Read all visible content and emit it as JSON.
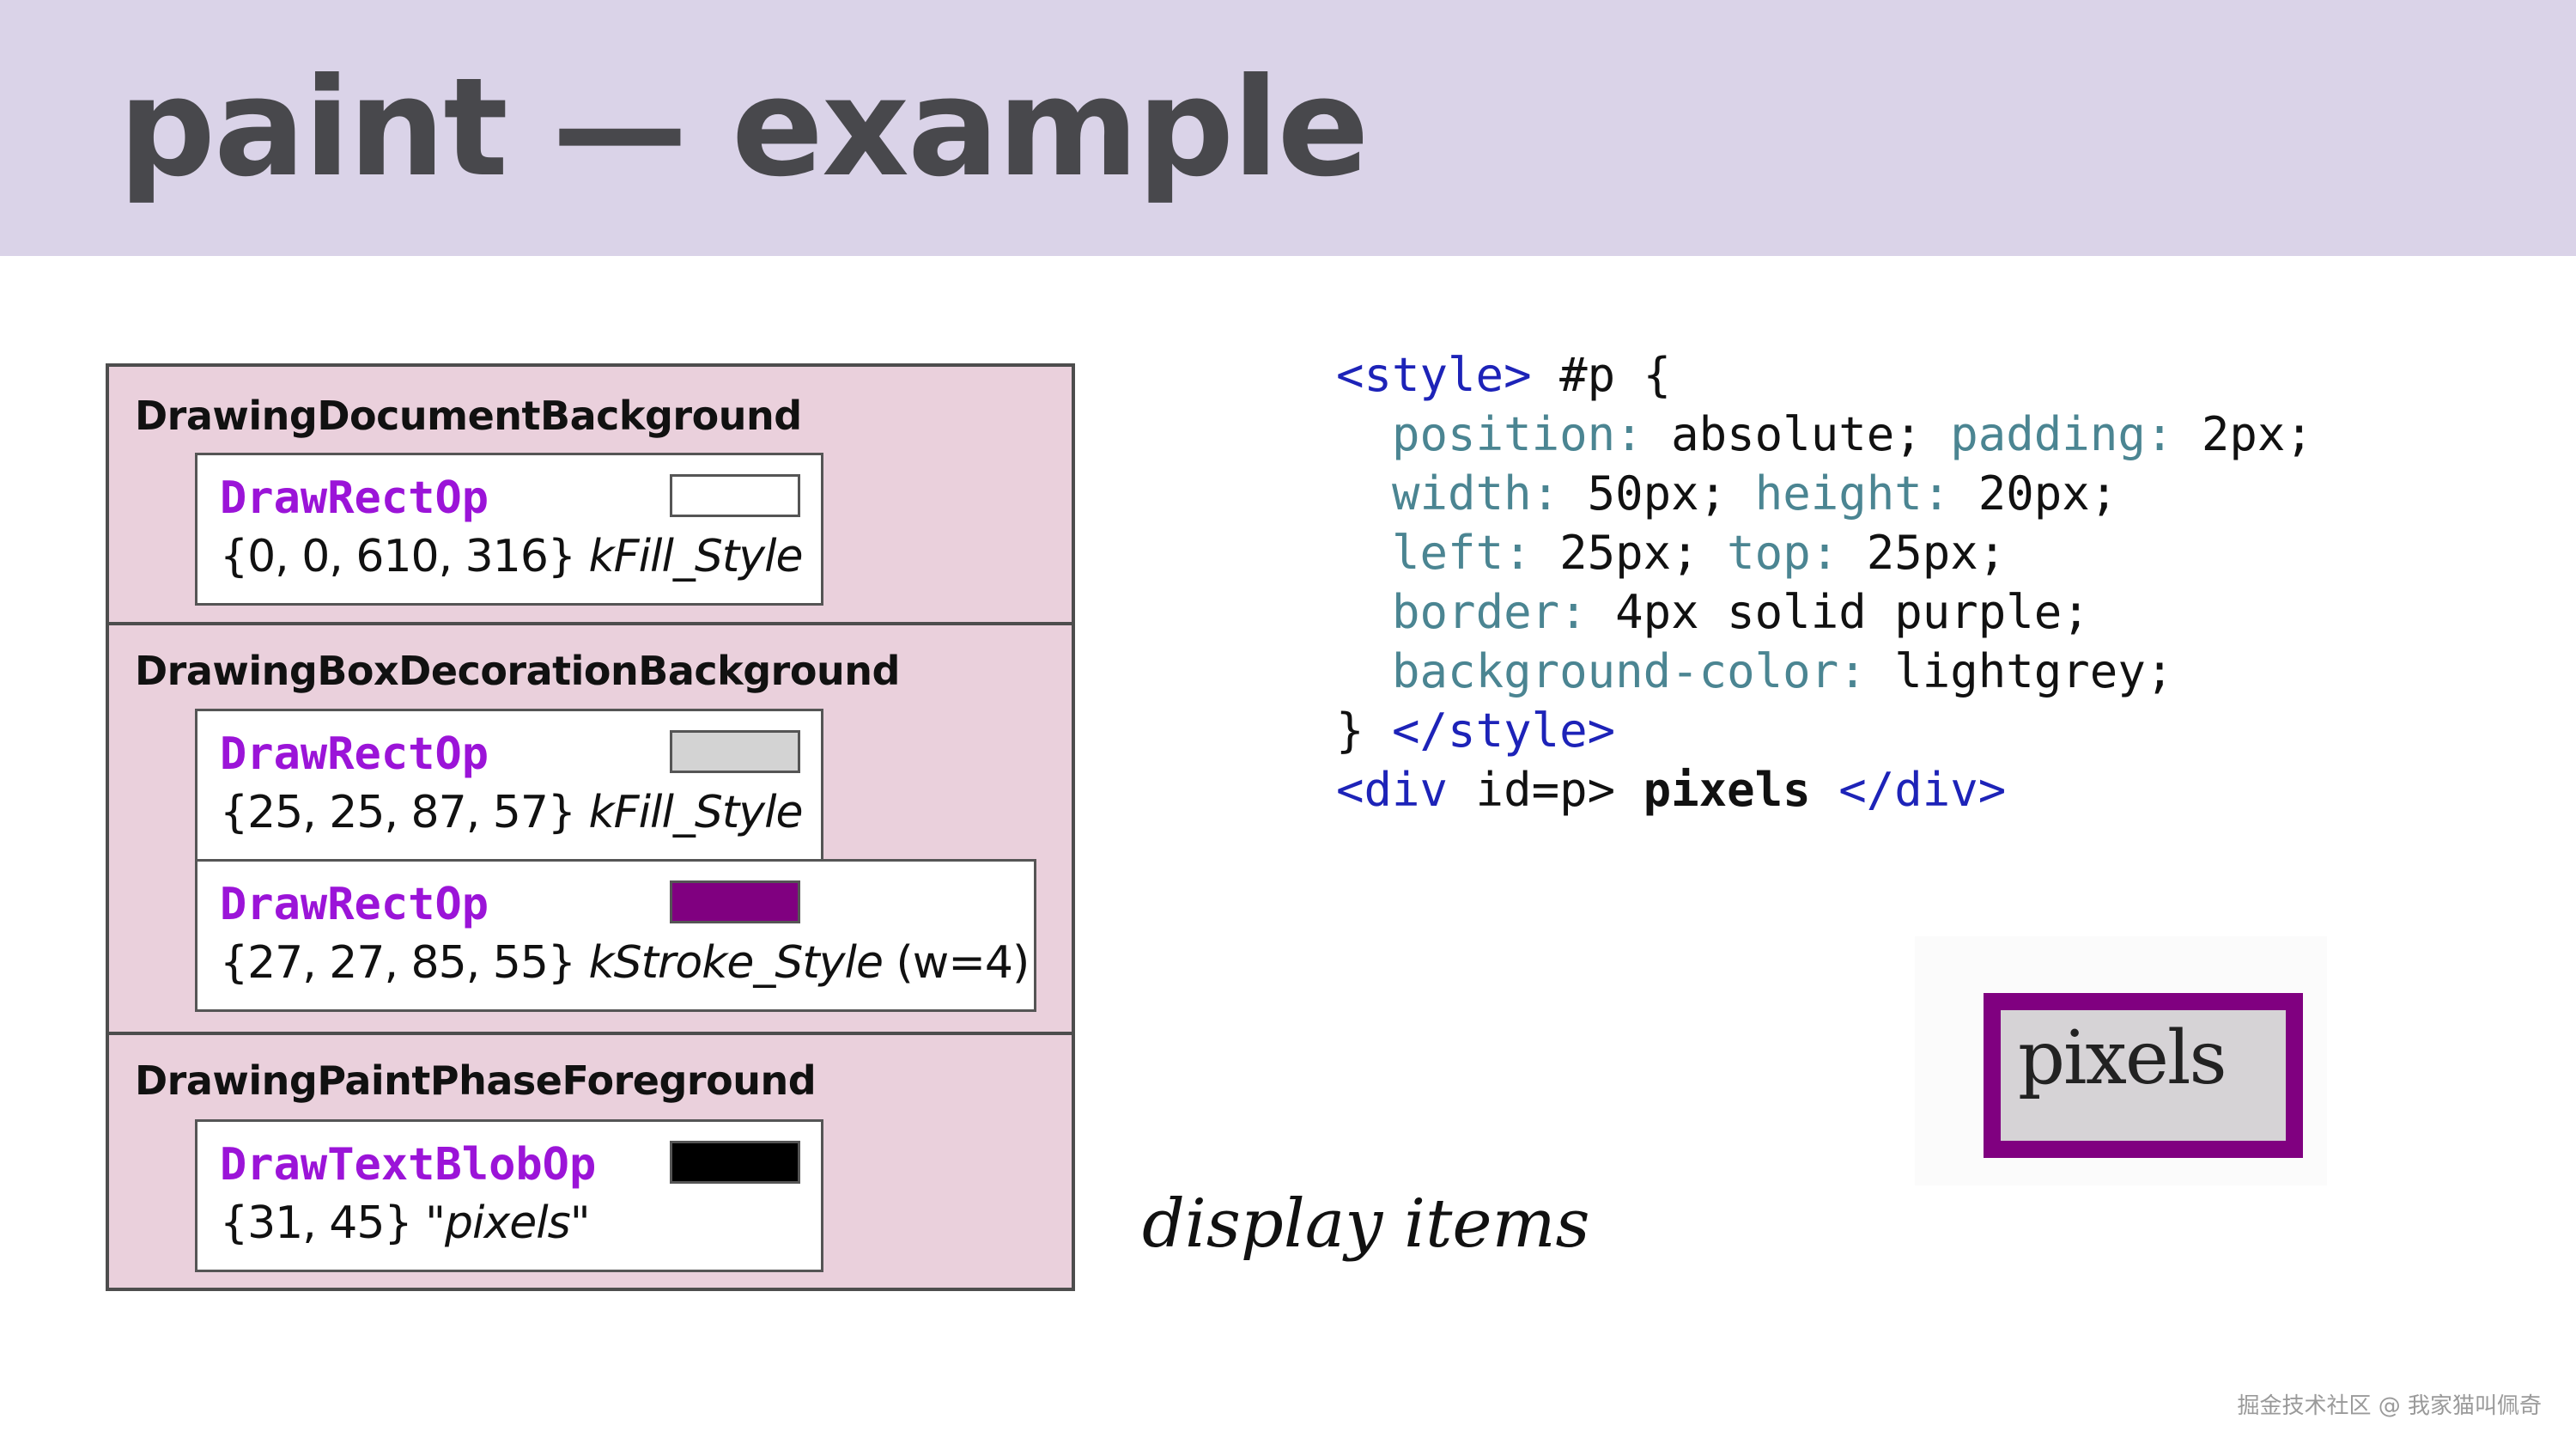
{
  "title": "paint — example",
  "display_list": {
    "sections": [
      {
        "label": "DrawingDocumentBackground",
        "ops": [
          {
            "name": "DrawRectOp",
            "args": "{0, 0, 610, 316} ",
            "style": "kFill_Style",
            "extra": "",
            "swatch_color": "#ffffff"
          }
        ]
      },
      {
        "label": "DrawingBoxDecorationBackground",
        "ops": [
          {
            "name": "DrawRectOp",
            "args": "{25, 25, 87, 57} ",
            "style": "kFill_Style",
            "extra": "",
            "swatch_color": "#d3d3d3"
          },
          {
            "name": "DrawRectOp",
            "args": "{27, 27, 85, 55} ",
            "style": "kStroke_Style",
            "extra": " (w=4)",
            "swatch_color": "#800080"
          }
        ]
      },
      {
        "label": "DrawingPaintPhaseForeground",
        "ops": [
          {
            "name": "DrawTextBlobOp",
            "args": "{31, 45} ",
            "style": "\"pixels\"",
            "extra": "",
            "swatch_color": "#000000"
          }
        ]
      }
    ]
  },
  "code": {
    "style_open": "<style>",
    "selector": " #p {",
    "prop_position": "position:",
    "val_position": " absolute; ",
    "prop_padding": "padding:",
    "val_padding": " 2px;",
    "prop_width": "width:",
    "val_width": " 50px; ",
    "prop_height": "height:",
    "val_height": " 20px;",
    "prop_left": "left:",
    "val_left": " 25px; ",
    "prop_top": "top:",
    "val_top": " 25px;",
    "prop_border": "border:",
    "val_border": " 4px solid purple;",
    "prop_bg": "background-color:",
    "val_bg": " lightgrey;",
    "close_brace": "} ",
    "style_close": "</style>",
    "div_open": "<div",
    "div_attr": " id=p> ",
    "div_text": "pixels",
    "div_close": " </div>"
  },
  "caption": "display items",
  "rendered_text": "pixels",
  "watermark": "掘金技术社区 @ 我家猫叫佩奇",
  "colors": {
    "header_bg": "#dad3e8",
    "panel_bg": "#ead0dc",
    "op_name": "#9b14d8",
    "tag": "#1d23b8",
    "property": "#4b8592",
    "render_border": "#800080",
    "render_fill": "#d6d3d6"
  }
}
